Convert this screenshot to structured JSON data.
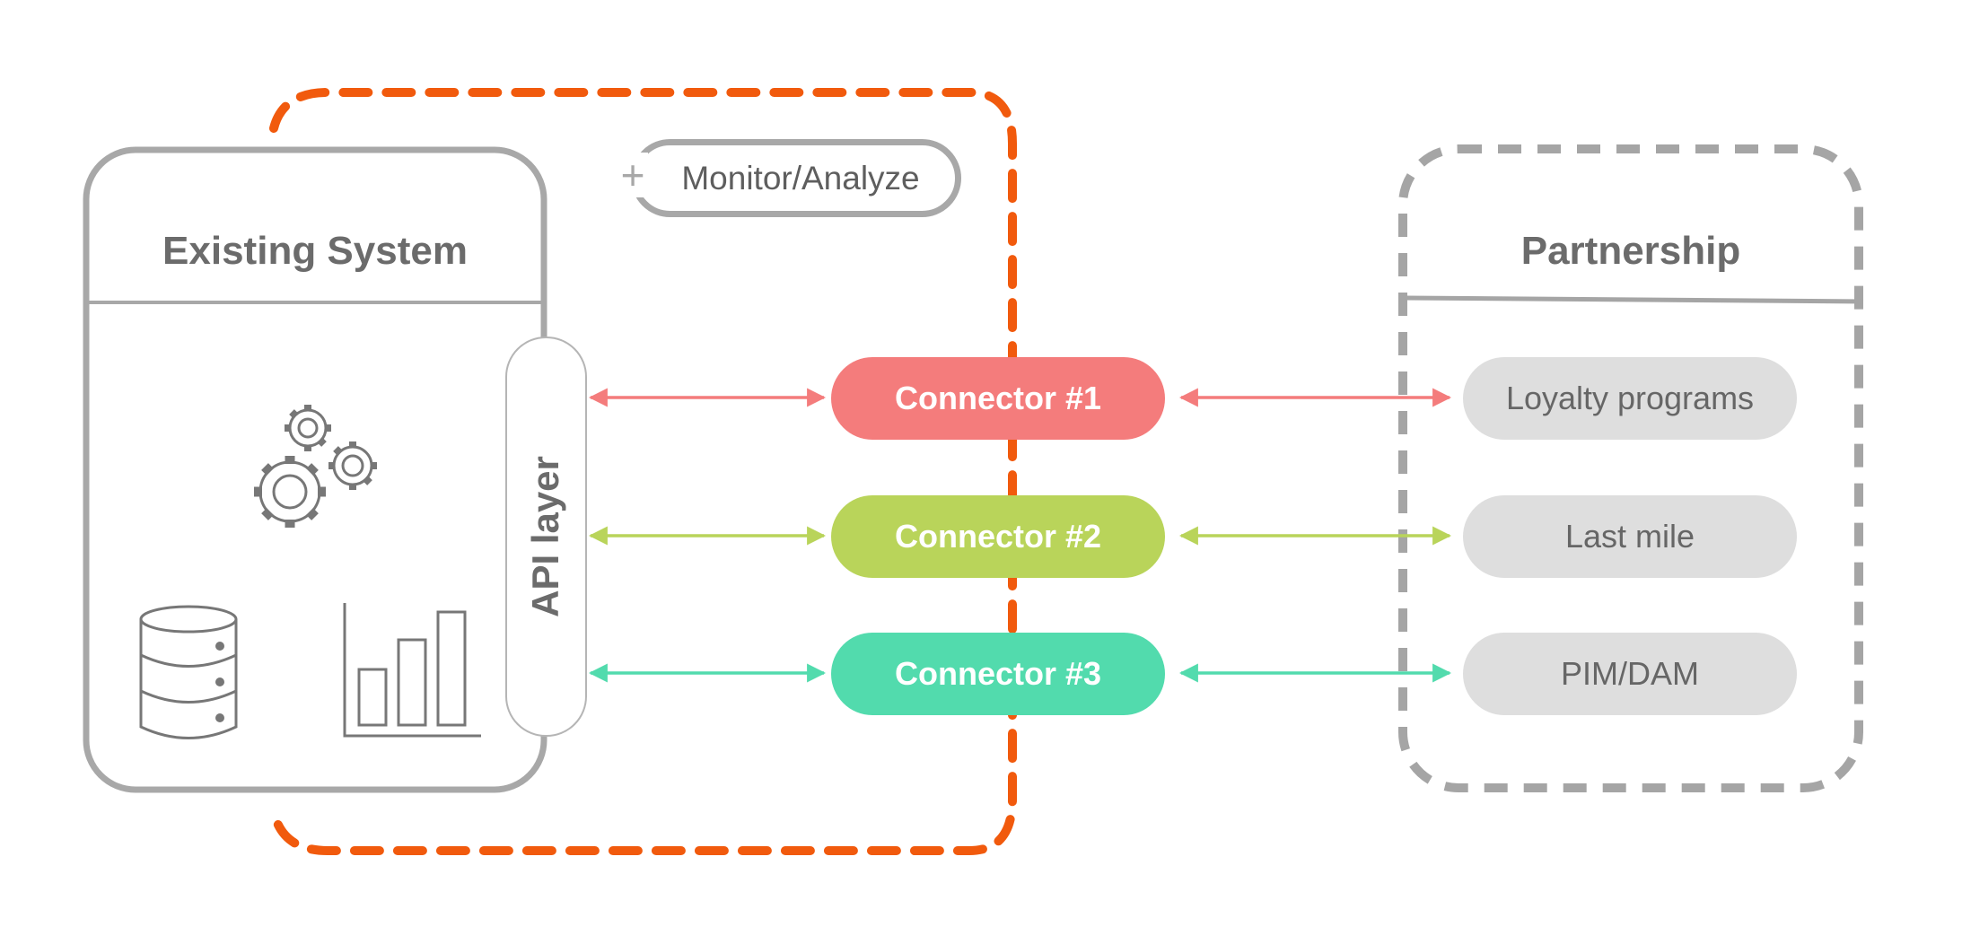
{
  "existing_system": {
    "title": "Existing System"
  },
  "api_layer": {
    "label": "API layer"
  },
  "monitor": {
    "label": "Monitor/Analyze",
    "icon": "plus-icon"
  },
  "connectors": [
    {
      "label": "Connector #1",
      "color": "#f47c7c"
    },
    {
      "label": "Connector #2",
      "color": "#b9d45a"
    },
    {
      "label": "Connector #3",
      "color": "#52dbad"
    }
  ],
  "partnership": {
    "title": "Partnership",
    "items": [
      {
        "label": "Loyalty programs"
      },
      {
        "label": "Last mile"
      },
      {
        "label": "PIM/DAM"
      }
    ]
  },
  "colors": {
    "boundary": "#f15a0d",
    "gray_stroke": "#a8a8a8",
    "dashed_gray": "#a5a5a5",
    "text_dark": "#6b6b6b"
  },
  "icons": [
    "gears-icon",
    "database-icon",
    "bar-chart-icon"
  ]
}
